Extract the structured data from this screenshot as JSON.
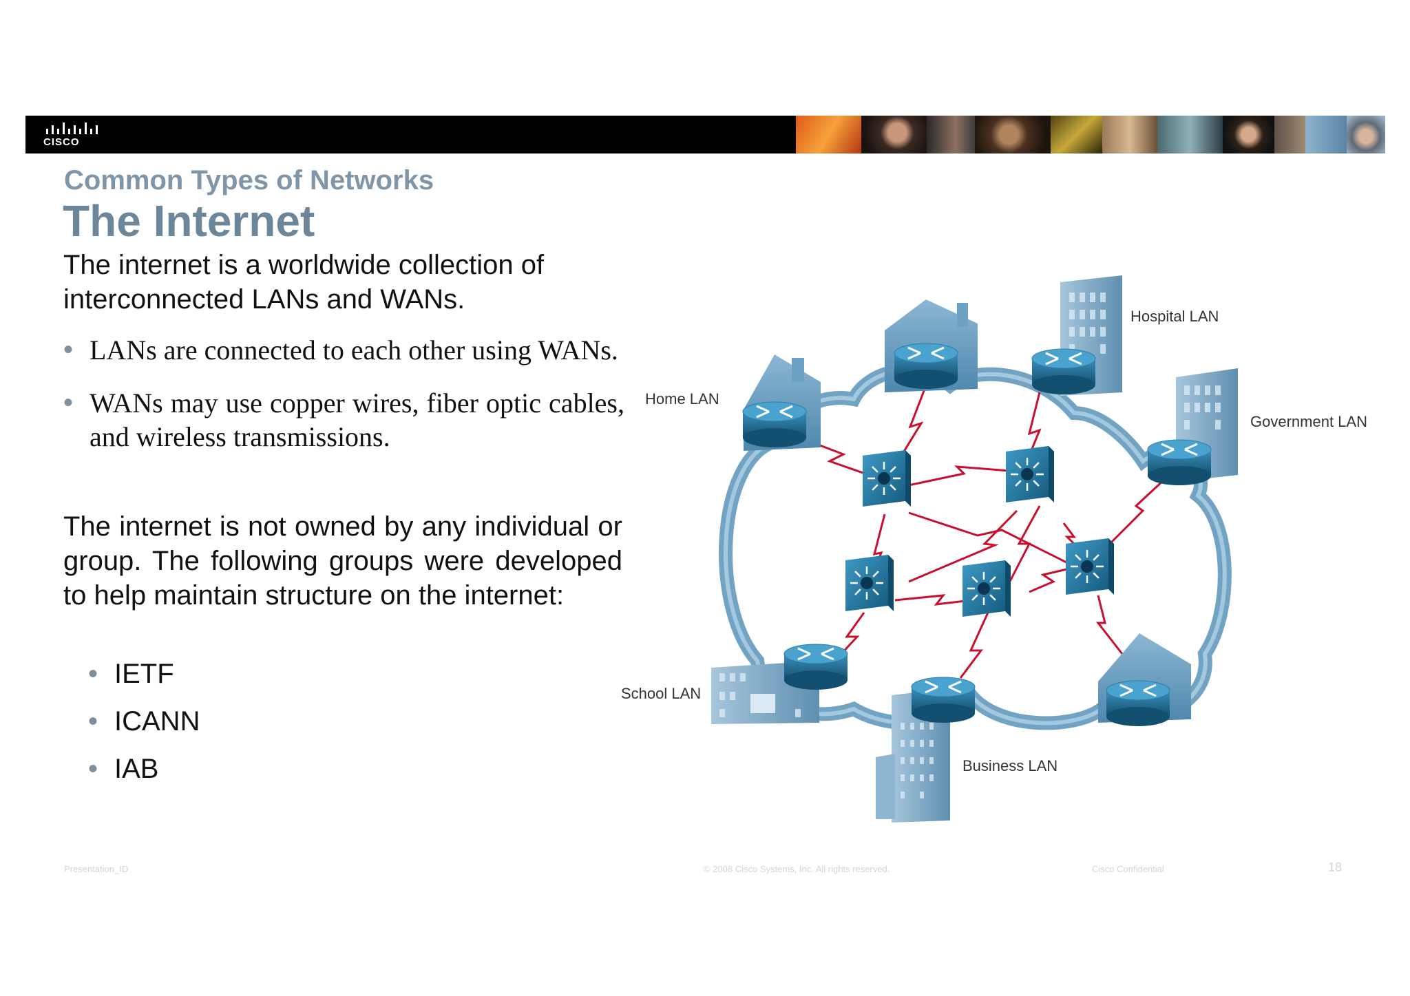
{
  "header": {
    "logo_text": "CISCO"
  },
  "slide": {
    "subtitle": "Common Types of Networks",
    "title": "The Internet",
    "intro_line1": "The internet is a worldwide collection of",
    "intro_line2": "interconnected LANs and WANs.",
    "bullets": [
      "LANs are connected to each other using WANs.",
      "WANs may use copper wires, fiber optic cables, and wireless transmissions."
    ],
    "body": "The internet is not owned by any individual or group. The following groups were developed to help maintain structure on the internet:",
    "orgs": [
      "IETF",
      "ICANN",
      "IAB"
    ]
  },
  "diagram": {
    "labels": {
      "home": "Home LAN",
      "hospital": "Hospital LAN",
      "government": "Government LAN",
      "school": "School LAN",
      "business": "Business LAN"
    },
    "colors": {
      "cloud": "#5b93b8",
      "link": "#c8102e",
      "device": "#1d6f9a"
    }
  },
  "footer": {
    "presentation_id": "Presentation_ID",
    "copyright": "© 2008 Cisco Systems, Inc. All rights reserved.",
    "confidential": "Cisco Confidential",
    "page": "18"
  }
}
